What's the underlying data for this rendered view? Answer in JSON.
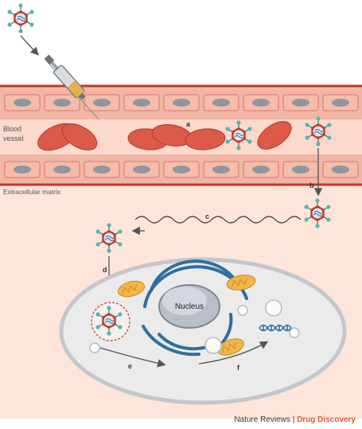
{
  "labels": {
    "blood_vessel_line1": "Blood",
    "blood_vessel_line2": "vessel",
    "ecm": "Extracellular matrix",
    "nucleus": "Nucleus"
  },
  "steps": {
    "a": "a",
    "b": "b",
    "c": "c",
    "d": "d",
    "e": "e",
    "f": "f"
  },
  "footer": {
    "publisher": "Nature Reviews",
    "separator": "|",
    "journal": "Drug Discovery"
  },
  "colors": {
    "vessel_wall": "#f2b6a4",
    "vessel_border": "#c0392b",
    "lumen": "#fbd9cc",
    "tissue": "#fde5da",
    "red_cell": "#dc5a48",
    "capsid": "#c0392b",
    "spike": "#5fb3a8",
    "cell": "#ebebec",
    "nucleus": "#b9bec9",
    "mitochondria": "#f2b548",
    "er": "#2f6f9f"
  }
}
